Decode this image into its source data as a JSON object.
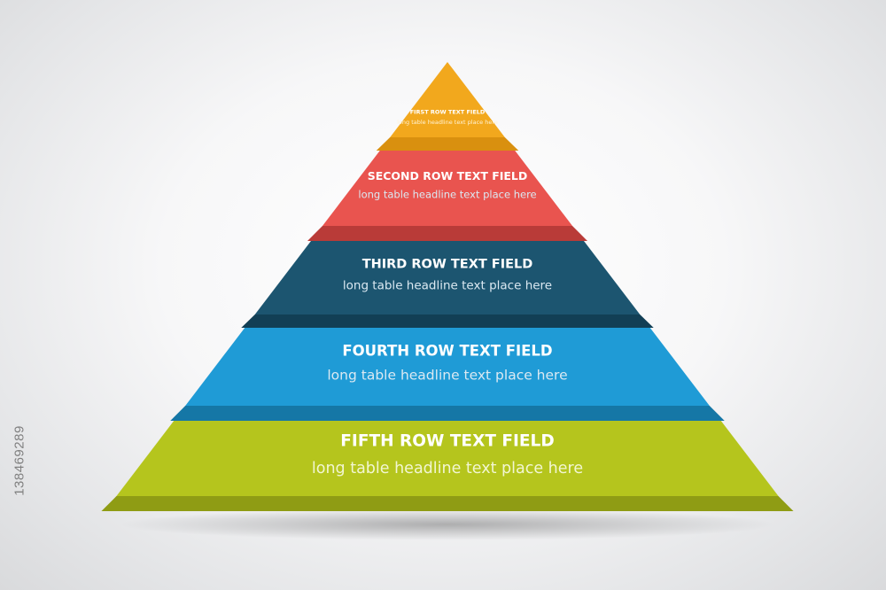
{
  "pyramid": {
    "rows": [
      {
        "title": "FIRST ROW TEXT FIELD",
        "subtitle": "long table headline text place here",
        "color": "#f2a81d",
        "shade": "#d9900f"
      },
      {
        "title": "SECOND ROW TEXT FIELD",
        "subtitle": "long table headline text place here",
        "color": "#e9544f",
        "shade": "#b93b38"
      },
      {
        "title": "THIRD ROW TEXT FIELD",
        "subtitle": "long table headline text place here",
        "color": "#1c5570",
        "shade": "#123f55"
      },
      {
        "title": "FOURTH ROW TEXT FIELD",
        "subtitle": "long table headline text place here",
        "color": "#1f9bd6",
        "shade": "#1577a6"
      },
      {
        "title": "FIFTH ROW TEXT FIELD",
        "subtitle": "long table headline text place here",
        "color": "#b5c51d",
        "shade": "#8f9c14"
      }
    ]
  },
  "stock_id": "138469289"
}
